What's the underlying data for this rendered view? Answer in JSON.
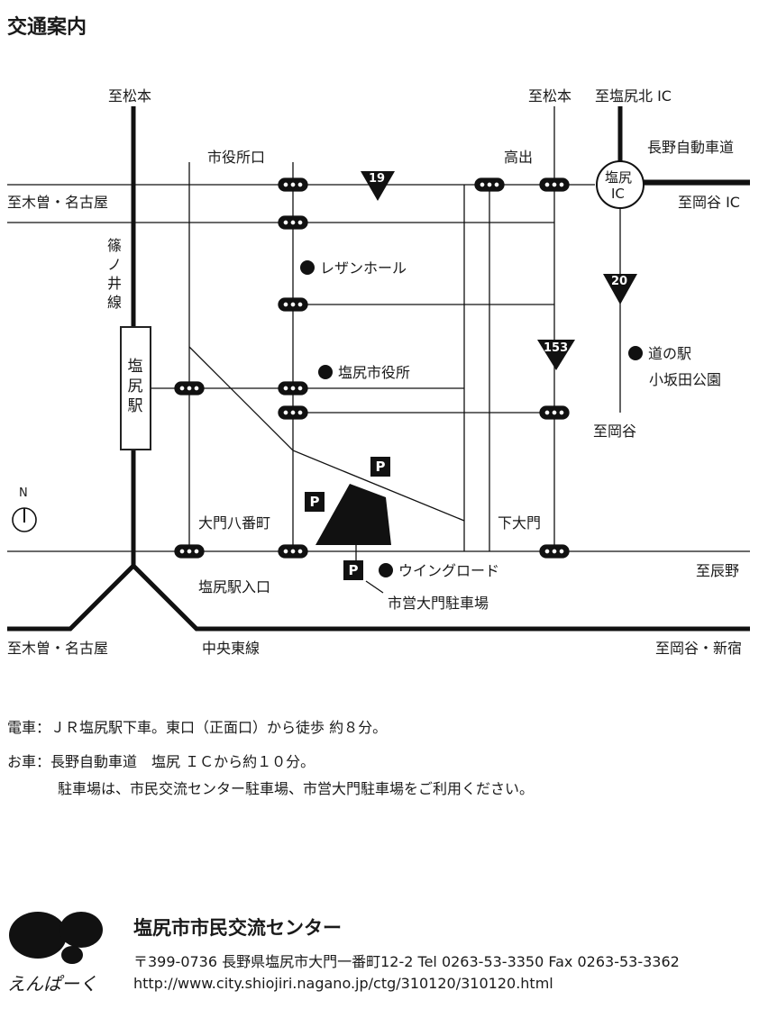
{
  "title": "交通案内",
  "map": {
    "labels": {
      "to_matsumoto_left": "至松本",
      "to_matsumoto_right": "至松本",
      "to_shiojiri_kita_ic": "至塩尻北 IC",
      "nagano_expressway": "長野自動車道",
      "to_kiso_nagoya_top": "至木曽・名古屋",
      "to_okaya_ic": "至岡谷 IC",
      "shiyakusho_guchi": "市役所口",
      "takade": "高出",
      "shinonoi_line": "篠ノ井線",
      "resan_hall": "レザンホール",
      "shiojiri_station": "塩尻駅",
      "shiojiri_city_hall": "塩尻市役所",
      "michi_no_eki_1": "道の駅",
      "michi_no_eki_2": "小坂田公園",
      "to_okaya": "至岡谷",
      "daimon_hachibancho": "大門八番町",
      "shimo_daimon": "下大門",
      "wing_road": "ウイングロード",
      "to_tatsuno": "至辰野",
      "shiojiri_eki_iriguchi": "塩尻駅入口",
      "shiei_daimon_parking": "市営大門駐車場",
      "to_kiso_nagoya_bottom": "至木曽・名古屋",
      "chuo_east_line": "中央東線",
      "to_okaya_shinjuku": "至岡谷・新宿",
      "shiojiri_ic_1": "塩尻",
      "shiojiri_ic_2": "IC",
      "north": "N",
      "parking": "P"
    },
    "routes": {
      "r19": "19",
      "r153": "153",
      "r20": "20"
    }
  },
  "access": {
    "train": "電車：ＪＲ塩尻駅下車。東口（正面口）から徒歩 約８分。",
    "car": "お車：長野自動車道　塩尻 ＩＣから約１０分。",
    "parking_note": "駐車場は、市民交流センター駐車場、市営大門駐車場をご利用ください。"
  },
  "footer": {
    "logo_text": "えんぱーく",
    "org_name": "塩尻市市民交流センター",
    "address": "〒399-0736 長野県塩尻市大門一番町12-2  Tel  0263-53-3350  Fax 0263-53-3362",
    "url": "http://www.city.shiojiri.nagano.jp/ctg/310120/310120.html"
  },
  "colors": {
    "ink": "#111111",
    "paper": "#ffffff"
  }
}
